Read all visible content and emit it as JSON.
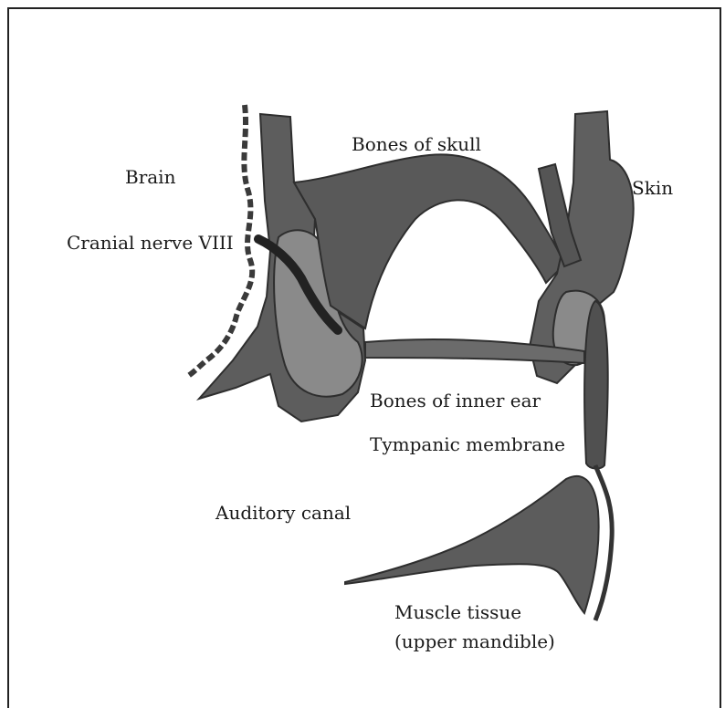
{
  "labels": {
    "brain": "Brain",
    "bones_of_skull": "Bones of skull",
    "skin": "Skin",
    "cranial_nerve": "Cranial nerve VIII",
    "bones_inner_ear": "Bones of inner ear",
    "tympanic_membrane": "Tympanic membrane",
    "auditory_canal": "Auditory canal",
    "muscle_tissue_line1": "Muscle tissue",
    "muscle_tissue_line2": "(upper mandible)"
  },
  "colors": {
    "tissue_dark": "#5a5a5a",
    "tissue_mid": "#6b6b6b",
    "tissue_light": "#8a8a8a",
    "outline": "#2e2e2e"
  }
}
